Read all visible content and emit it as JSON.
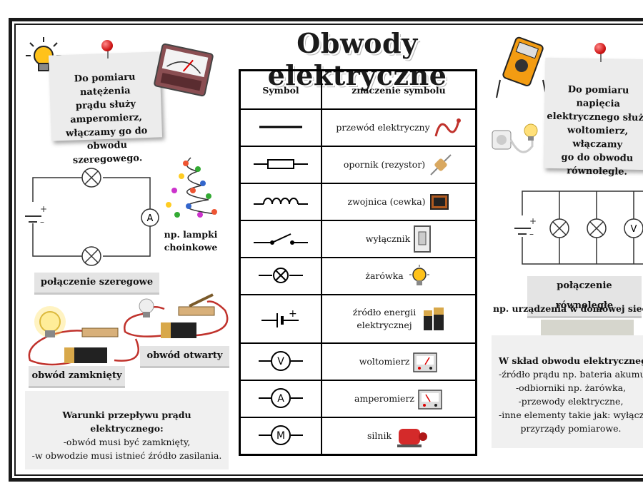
{
  "title": "Obwody elektryczne",
  "left": {
    "ammeter_note": [
      "Do pomiaru natężenia",
      "prądu służy",
      "amperomierz,",
      "włączamy go do",
      "obwodu szeregowego."
    ],
    "series_circuit_ammeter": "A",
    "series_example": [
      "np. lampki",
      "choinkowe"
    ],
    "series_label": "połączenie szeregowe",
    "open_circuit_label": "obwód otwarty",
    "closed_circuit_label": "obwód zamknięty",
    "conditions_title": "Warunki przepływu prądu elektrycznego:",
    "conditions": [
      "-obwód musi być zamknięty,",
      "-w obwodzie musi istnieć źródło zasilania."
    ]
  },
  "table": {
    "header_symbol": "Symbol",
    "header_meaning": "znaczenie symbolu",
    "rows": [
      {
        "meaning": "przewód elektryczny",
        "symbol": "wire"
      },
      {
        "meaning": "opornik (rezystor)",
        "symbol": "resistor"
      },
      {
        "meaning": "zwojnica (cewka)",
        "symbol": "coil"
      },
      {
        "meaning": "wyłącznik",
        "symbol": "switch"
      },
      {
        "meaning": "żarówka",
        "symbol": "bulb"
      },
      {
        "meaning": "źródło energii elektrycznej",
        "symbol": "source"
      },
      {
        "meaning": "woltomierz",
        "symbol": "voltmeter",
        "letter": "V"
      },
      {
        "meaning": "amperomierz",
        "symbol": "ammeter",
        "letter": "A"
      },
      {
        "meaning": "silnik",
        "symbol": "motor",
        "letter": "M"
      }
    ]
  },
  "right": {
    "voltmeter_note": [
      "Do pomiaru napięcia",
      "elektrycznego służy",
      "woltomierz, włączamy",
      "go do obwodu",
      "równolegle."
    ],
    "parallel_circuit_voltmeter": "V",
    "parallel_label": "połączenie równoległe",
    "parallel_example": "np. urządzenia w domowej sieci elektrycznej",
    "composition_title": "W skład obwodu elektrycznego wchodzą:",
    "composition": [
      "-źródło prądu np. bateria akumulator,",
      "-odbiorniki np. żarówka,",
      "-przewody elektryczne,",
      "-inne elementy takie jak: wyłączniki,",
      "przyrządy pomiarowe."
    ]
  },
  "colors": {
    "pin": "#d01818",
    "frame": "#1a1a1a",
    "note": "#ececec",
    "wire": "#c0322c"
  }
}
